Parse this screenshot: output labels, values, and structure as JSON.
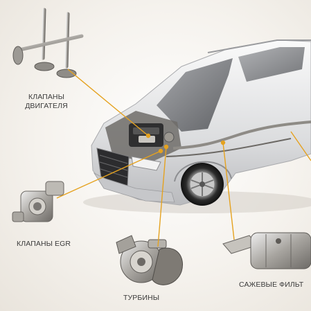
{
  "labels": {
    "engine_valves": [
      "КЛАПАНЫ",
      "ДВИГАТЕЛЯ"
    ],
    "egr_valves": "КЛАПАНЫ EGR",
    "turbines": "ТУРБИНЫ",
    "dpf": "САЖЕВЫЕ ФИЛЬТ"
  },
  "colors": {
    "leader_line": "#e5a21f",
    "label_text": "#3a3a3a",
    "car_body": "#e6e7e9",
    "metal": "#b9b6b1"
  }
}
